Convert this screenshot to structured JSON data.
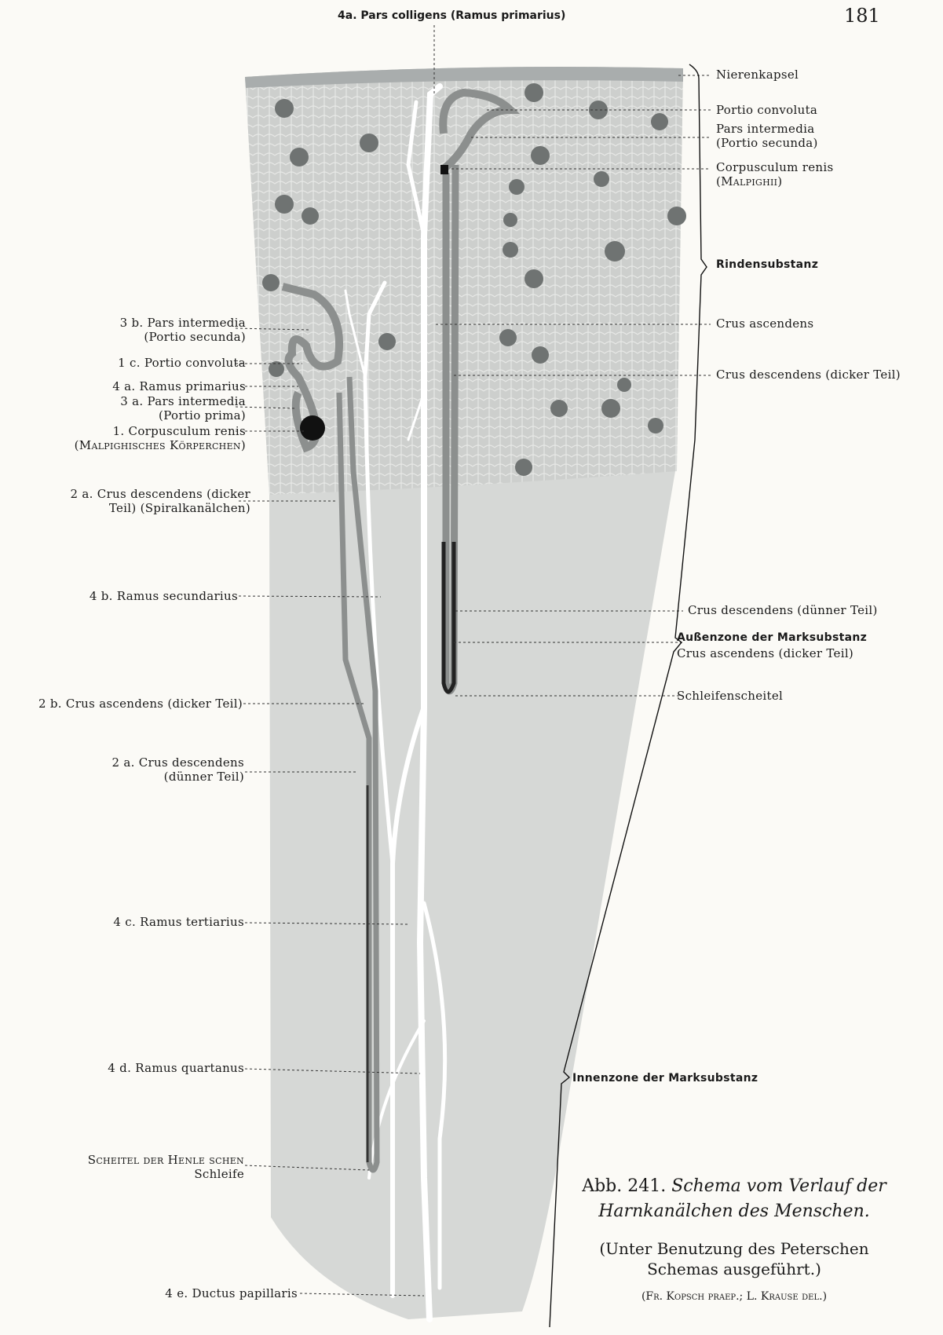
{
  "page_number": "181",
  "top_label": "4a. Pars colligens (Ramus primarius)",
  "left_labels": {
    "l3b_1": "3 b. Pars intermedia",
    "l3b_2": "(Portio secunda)",
    "l1c": "1 c. Portio convoluta",
    "l4a": "4 a. Ramus primarius",
    "l3a_1": "3 a. Pars intermedia",
    "l3a_2": "(Portio prima)",
    "l1_1": "1. Corpusculum renis",
    "l1_2": "(Malpighisches Körperchen)",
    "l2a_1": "2 a. Crus descendens (dicker",
    "l2a_2": "Teil) (Spiralkanälchen)",
    "l4b": "4 b. Ramus secundarius",
    "l2b": "2 b. Crus ascendens (dicker Teil)",
    "l2ad_1": "2 a. Crus descendens",
    "l2ad_2": "(dünner Teil)",
    "l4c": "4 c. Ramus tertiarius",
    "l4d": "4 d. Ramus quartanus",
    "lsch_1": "Scheitel der Henle schen",
    "lsch_2": "Schleife",
    "l4e": "4 e. Ductus papillaris"
  },
  "right_labels": {
    "nierenkapsel": "Nierenkapsel",
    "portio_convoluta": "Portio convoluta",
    "pars_intermedia_1": "Pars intermedia",
    "pars_intermedia_2": "(Portio secunda)",
    "corpusculum_1": "Corpusculum renis",
    "corpusculum_2": "(Malpighii)",
    "rindensubstanz": "Rindensubstanz",
    "crus_ascendens": "Crus ascendens",
    "crus_desc_dick": "Crus descendens (dicker Teil)",
    "crus_desc_duenn": "Crus descendens (dünner Teil)",
    "aussenzone": "Außenzone der Marksubstanz",
    "crus_asc_dick": "Crus ascendens (dicker Teil)",
    "schleifenscheitel": "Schleifenscheitel",
    "innenzone": "Innenzone der Marksubstanz"
  },
  "caption": {
    "fig_no": "Abb. 241.",
    "title_1": "Schema vom Verlauf der",
    "title_2": "Harnkanälchen des Menschen.",
    "note_1": "(Unter Benutzung des Peterschen",
    "note_2": "Schemas ausgeführt.)",
    "credit": "(Fr. Kopsch praep.; L. Krause del.)"
  },
  "colors": {
    "tissue": "#d4d6d4",
    "cortex": "#c9cbc9",
    "capsule": "#a9adad",
    "glomerulus": "#6f7372",
    "tubule": "#8c8f8e"
  }
}
